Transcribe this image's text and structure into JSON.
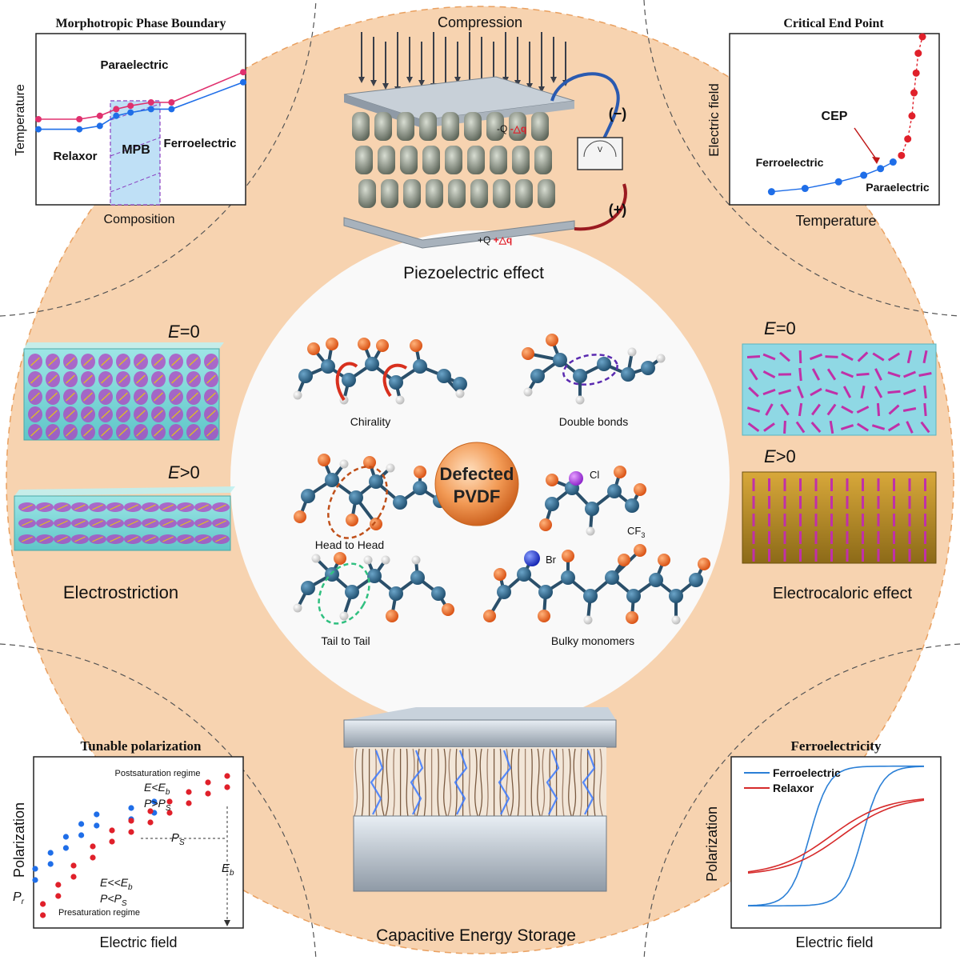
{
  "colors": {
    "ring": "#f7d3b0",
    "center": "#f9f9f9",
    "carbon": "#2a5d80",
    "fluorine": "#e8621c",
    "hydrogen": "#eeeeee",
    "blue": "#1f6ee8",
    "red": "#e0202a",
    "pink": "#e0306e",
    "mpb": "#bfe0f6"
  },
  "center": {
    "line1": "Defected",
    "line2": "PVDF"
  },
  "defects": {
    "chirality": "Chirality",
    "double_bonds": "Double bonds",
    "head_to_head": "Head to Head",
    "tail_to_tail": "Tail to Tail",
    "bulky": "Bulky monomers",
    "cl": "Cl",
    "br": "Br",
    "cf3_main": "CF",
    "cf3_sub": "3"
  },
  "piezo": {
    "compression": "Compression",
    "title": "Piezoelectric effect",
    "minus": "(−)",
    "plus": "(+)",
    "q_top": "-Q",
    "dq_top": "-△q",
    "q_bottom": "+Q",
    "dq_bottom": "+△q",
    "meter": "V"
  },
  "electrostriction": {
    "e0": "=0",
    "ep": ">0",
    "e_letter": "E",
    "title": "Electrostriction"
  },
  "electrocaloric": {
    "e0": "=0",
    "ep": ">0",
    "e_letter": "E",
    "title": "Electrocaloric effect"
  },
  "storage": {
    "title": "Capacitive Energy Storage"
  },
  "mpb_chart": {
    "title": "Morphotropic Phase Boundary",
    "xlabel": "Composition",
    "ylabel": "Temperature",
    "para": "Paraelectric",
    "relaxor": "Relaxor",
    "mpb": "MPB",
    "ferro": "Ferroelectric"
  },
  "cep_chart": {
    "title": "Critical End Point",
    "xlabel": "Temperature",
    "ylabel": "Electric field",
    "cep": "CEP",
    "ferro": "Ferroelectric",
    "para": "Paraelectric"
  },
  "tunable_chart": {
    "title": "Tunable polarization",
    "xlabel": "Electric field",
    "ylabel": "Polarization",
    "post": "Postsaturation regime",
    "pre": "Presaturation regime",
    "e_lt": "E<E",
    "e_lt_sub": "b",
    "p_gt": "P>P",
    "p_gt_sub": "S",
    "e_llt": "E<<E",
    "e_llt_sub": "b",
    "p_lt": "P<P",
    "p_lt_sub": "S",
    "ps": "P",
    "ps_sub": "S",
    "pr": "P",
    "pr_sub": "r",
    "eb": "E",
    "eb_sub": "b"
  },
  "ferro_chart": {
    "title": "Ferroelectricity",
    "xlabel": "Electric field",
    "ylabel": "Polarization",
    "legend": [
      "Ferroelectric",
      "Relaxor"
    ]
  },
  "chart_data": [
    {
      "type": "line",
      "title": "Morphotropic Phase Boundary",
      "xlabel": "Composition",
      "ylabel": "Temperature",
      "series": [
        {
          "color": "#e0306e",
          "x": [
            0,
            0.2,
            0.3,
            0.38,
            0.45,
            0.55,
            0.65,
            1.0
          ],
          "y": [
            0.5,
            0.5,
            0.52,
            0.56,
            0.58,
            0.6,
            0.6,
            0.78
          ]
        },
        {
          "color": "#1f6ee8",
          "x": [
            0,
            0.2,
            0.3,
            0.38,
            0.45,
            0.55,
            0.65,
            1.0
          ],
          "y": [
            0.44,
            0.44,
            0.46,
            0.52,
            0.54,
            0.56,
            0.56,
            0.72
          ]
        }
      ]
    },
    {
      "type": "scatter",
      "title": "Critical End Point",
      "xlabel": "Temperature",
      "ylabel": "Electric field",
      "series": [
        {
          "color": "#1f6ee8",
          "x": [
            0.2,
            0.36,
            0.52,
            0.64,
            0.72,
            0.78
          ],
          "y": [
            0.06,
            0.08,
            0.12,
            0.16,
            0.2,
            0.24
          ]
        },
        {
          "color": "#e0202a",
          "x": [
            0.82,
            0.85,
            0.87,
            0.88,
            0.89,
            0.9,
            0.92
          ],
          "y": [
            0.28,
            0.38,
            0.52,
            0.66,
            0.78,
            0.9,
            1.0
          ]
        }
      ]
    },
    {
      "type": "scatter",
      "title": "Tunable polarization",
      "xlabel": "Electric field",
      "ylabel": "Polarization",
      "series": [
        {
          "color": "#1f6ee8",
          "x": [
            0,
            0.08,
            0.16,
            0.24,
            0.32,
            0.5,
            0.62
          ],
          "y": [
            0.32,
            0.42,
            0.52,
            0.6,
            0.66,
            0.7,
            0.74
          ]
        },
        {
          "color": "#e0202a",
          "x": [
            0.04,
            0.12,
            0.2,
            0.3,
            0.4,
            0.5,
            0.6,
            0.7,
            0.8,
            0.9,
            1.0
          ],
          "y": [
            0.1,
            0.22,
            0.34,
            0.46,
            0.56,
            0.62,
            0.68,
            0.74,
            0.8,
            0.86,
            0.9
          ]
        }
      ]
    },
    {
      "type": "line",
      "title": "Ferroelectricity",
      "xlabel": "Electric field",
      "ylabel": "Polarization",
      "series": [
        {
          "name": "Ferroelectric",
          "color": "#2a7fd6"
        },
        {
          "name": "Relaxor",
          "color": "#d62a2a"
        }
      ]
    }
  ]
}
